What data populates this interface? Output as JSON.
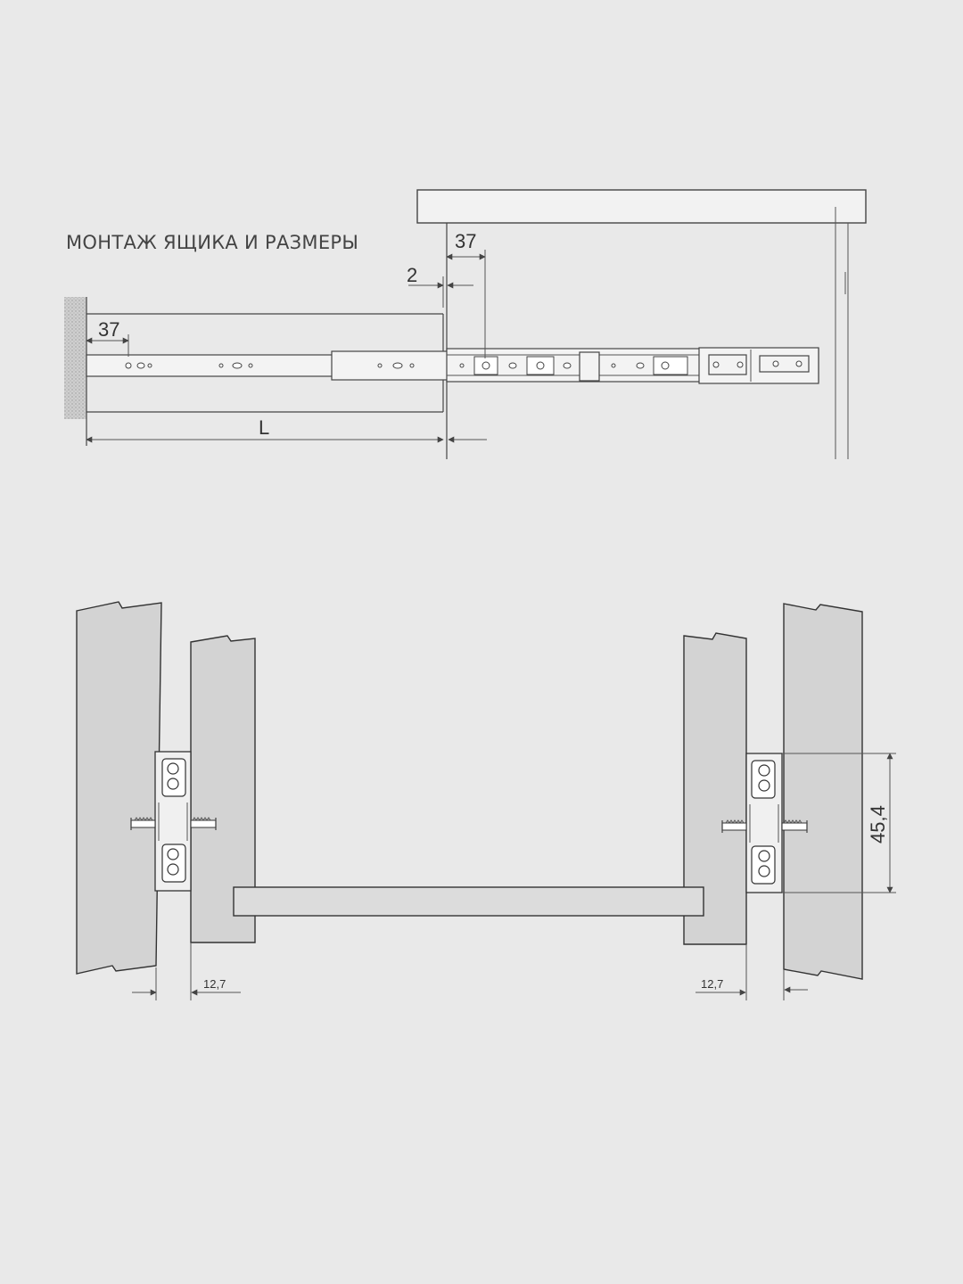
{
  "title": "МОНТАЖ ЯЩИКА И РАЗМЕРЫ",
  "side_view": {
    "dim_offset_front": "37",
    "dim_offset_rear": "37",
    "dim_gap": "2",
    "dim_length": "L"
  },
  "front_view": {
    "dim_height": "45,4",
    "dim_left": "12,7",
    "dim_right": "12,7"
  },
  "colors": {
    "background": "#e9e9e9",
    "panel": "#d3d3d3",
    "line": "#444444"
  }
}
